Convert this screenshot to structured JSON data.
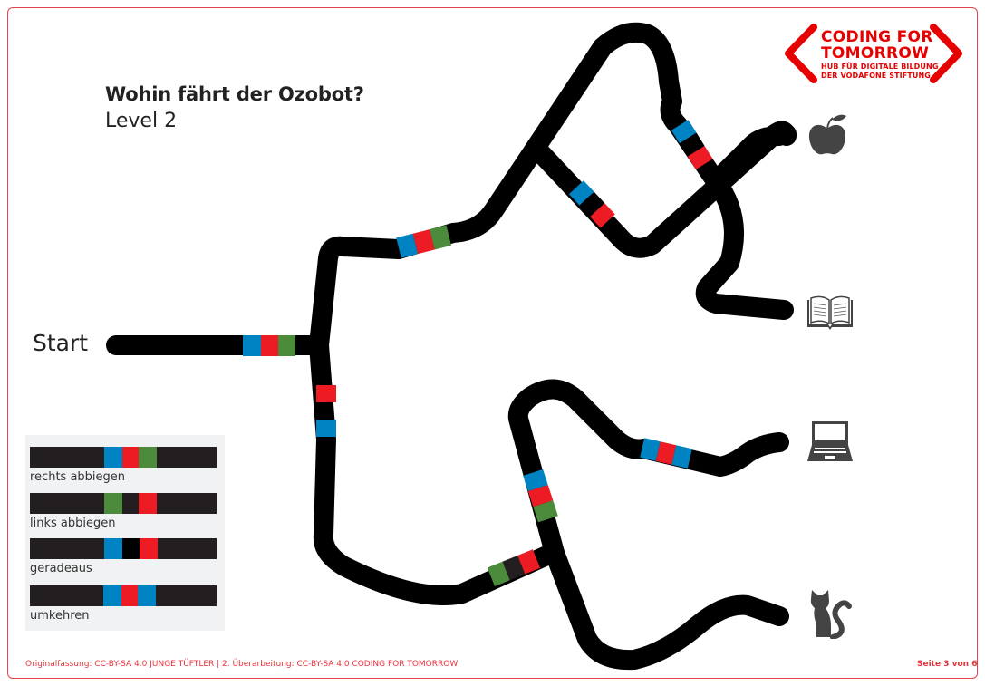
{
  "header": {
    "title": "Wohin fährt der Ozobot?",
    "subtitle": "Level 2"
  },
  "logo": {
    "line1": "CODING FOR",
    "line2": "TOMORROW",
    "line3": "HUB FÜR DIGITALE BILDUNG",
    "line4": "DER VODAFONE STIFTUNG",
    "color": "#e60000"
  },
  "map": {
    "start_label": "Start",
    "track_color": "#000000",
    "code_colors": {
      "blue": "#0083c2",
      "red": "#ed1c24",
      "green": "#4b8b3b"
    },
    "destinations": [
      {
        "name": "apple",
        "icon": "apple-icon"
      },
      {
        "name": "book",
        "icon": "book-icon"
      },
      {
        "name": "laptop",
        "icon": "laptop-icon"
      },
      {
        "name": "cat",
        "icon": "cat-icon"
      }
    ],
    "codes": [
      {
        "location": "start-straight",
        "sequence": [
          "blue",
          "red",
          "green"
        ]
      },
      {
        "location": "vertical-trunk",
        "sequence": [
          "red",
          "black",
          "blue"
        ]
      },
      {
        "location": "upper-branch",
        "sequence": [
          "blue",
          "red",
          "green"
        ]
      },
      {
        "location": "upper-left-diagonal",
        "sequence": [
          "blue",
          "black",
          "red"
        ]
      },
      {
        "location": "upper-right-diagonal",
        "sequence": [
          "blue",
          "black",
          "red"
        ]
      },
      {
        "location": "laptop-path",
        "sequence": [
          "blue",
          "red",
          "blue"
        ]
      },
      {
        "location": "lower-vertical",
        "sequence": [
          "blue",
          "red",
          "green"
        ]
      },
      {
        "location": "lower-branch",
        "sequence": [
          "green",
          "black",
          "red"
        ]
      }
    ]
  },
  "legend": {
    "items": [
      {
        "label": "rechts abbiegen",
        "sequence": [
          "blue",
          "red",
          "green"
        ]
      },
      {
        "label": "links abbiegen",
        "sequence": [
          "green",
          "black",
          "red"
        ]
      },
      {
        "label": "geradeaus",
        "sequence": [
          "blue",
          "black",
          "red"
        ]
      },
      {
        "label": "umkehren",
        "sequence": [
          "blue",
          "red",
          "blue"
        ]
      }
    ]
  },
  "footer": {
    "license": "Originalfassung: CC-BY-SA 4.0 JUNGE TÜFTLER  |  2. Überarbeitung: CC-BY-SA 4.0 CODING FOR TOMORROW",
    "page": "Seite 3 von 6"
  }
}
